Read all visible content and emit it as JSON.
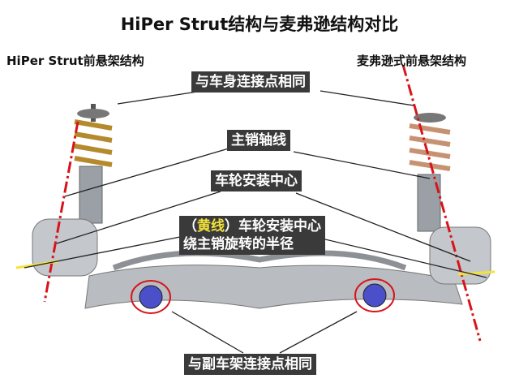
{
  "title": "HiPer Strut结构与麦弗逊结构对比",
  "left_subtitle": "HiPer Strut前悬架结构",
  "right_subtitle": "麦弗逊式前悬架结构",
  "labels": {
    "body_mount": "与车身连接点相同",
    "kingpin_axis": "主销轴线",
    "wheel_center": "车轮安装中心",
    "radius_open": "（",
    "radius_yellow": "黄线",
    "radius_close": "）车轮安装中心",
    "radius_line2": "绕主销旋转的半径",
    "subframe_mount": "与副车架连接点相同"
  },
  "colors": {
    "axis_line": "#d8141b",
    "radius_line": "#f3e23a",
    "label_bg": "#3a3a3a"
  }
}
